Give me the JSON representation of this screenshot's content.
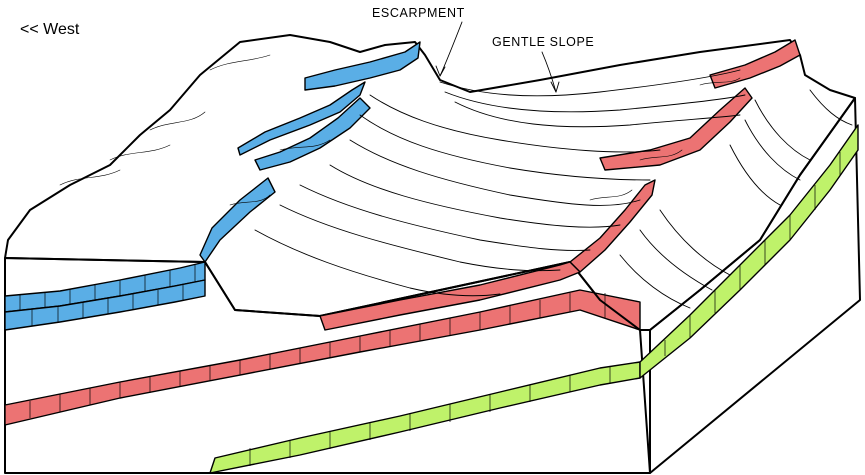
{
  "labels": {
    "west": "<< West",
    "escarpment": "ESCARPMENT",
    "gentle_slope": "GENTLE SLOPE"
  },
  "colors": {
    "shale": "#b4b4b4",
    "blue_layer": "#5aaee6",
    "red_layer": "#ec7373",
    "green_layer": "#bff26a",
    "land_surface": "#ffffff",
    "outline": "#000000"
  }
}
